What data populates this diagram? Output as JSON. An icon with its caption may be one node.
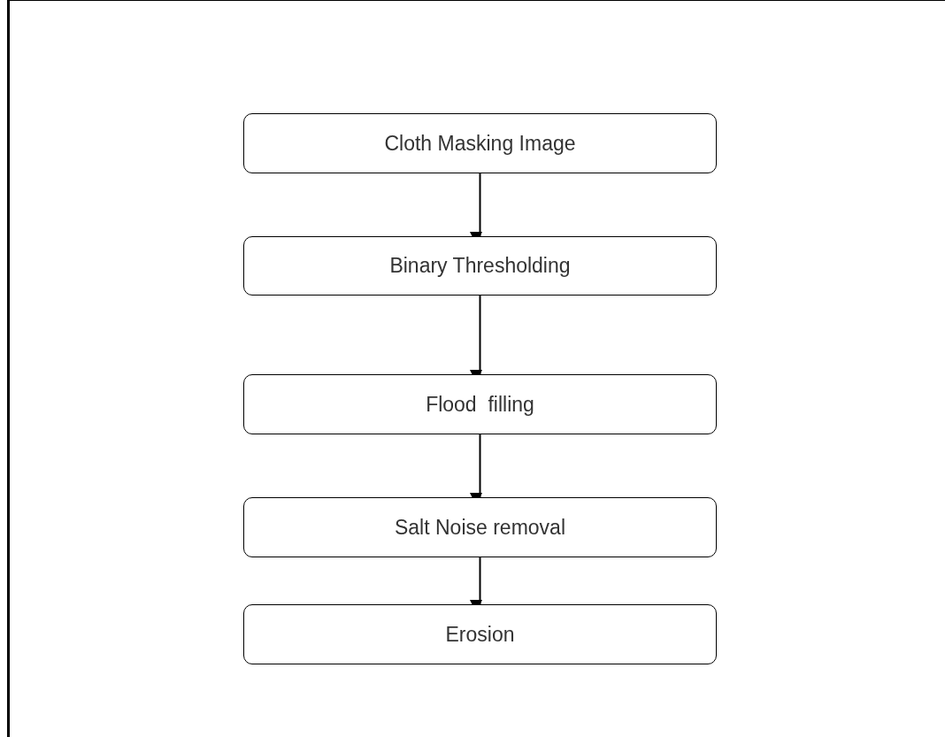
{
  "diagram": {
    "nodes": [
      {
        "text": [
          "Cloth Masking Image"
        ]
      },
      {
        "text": [
          "Binary Thresholding"
        ]
      },
      {
        "text": [
          "Flood  filling"
        ]
      },
      {
        "text": [
          "Salt Noise removal"
        ]
      },
      {
        "text": [
          "Erosion"
        ]
      }
    ],
    "edges": [
      {
        "from": 0,
        "to": 1,
        "arrow": "to"
      },
      {
        "from": 1,
        "to": 2,
        "arrow": "to"
      },
      {
        "from": 2,
        "to": 3,
        "arrow": "to"
      },
      {
        "from": 3,
        "to": 4,
        "arrow": "to"
      }
    ]
  }
}
